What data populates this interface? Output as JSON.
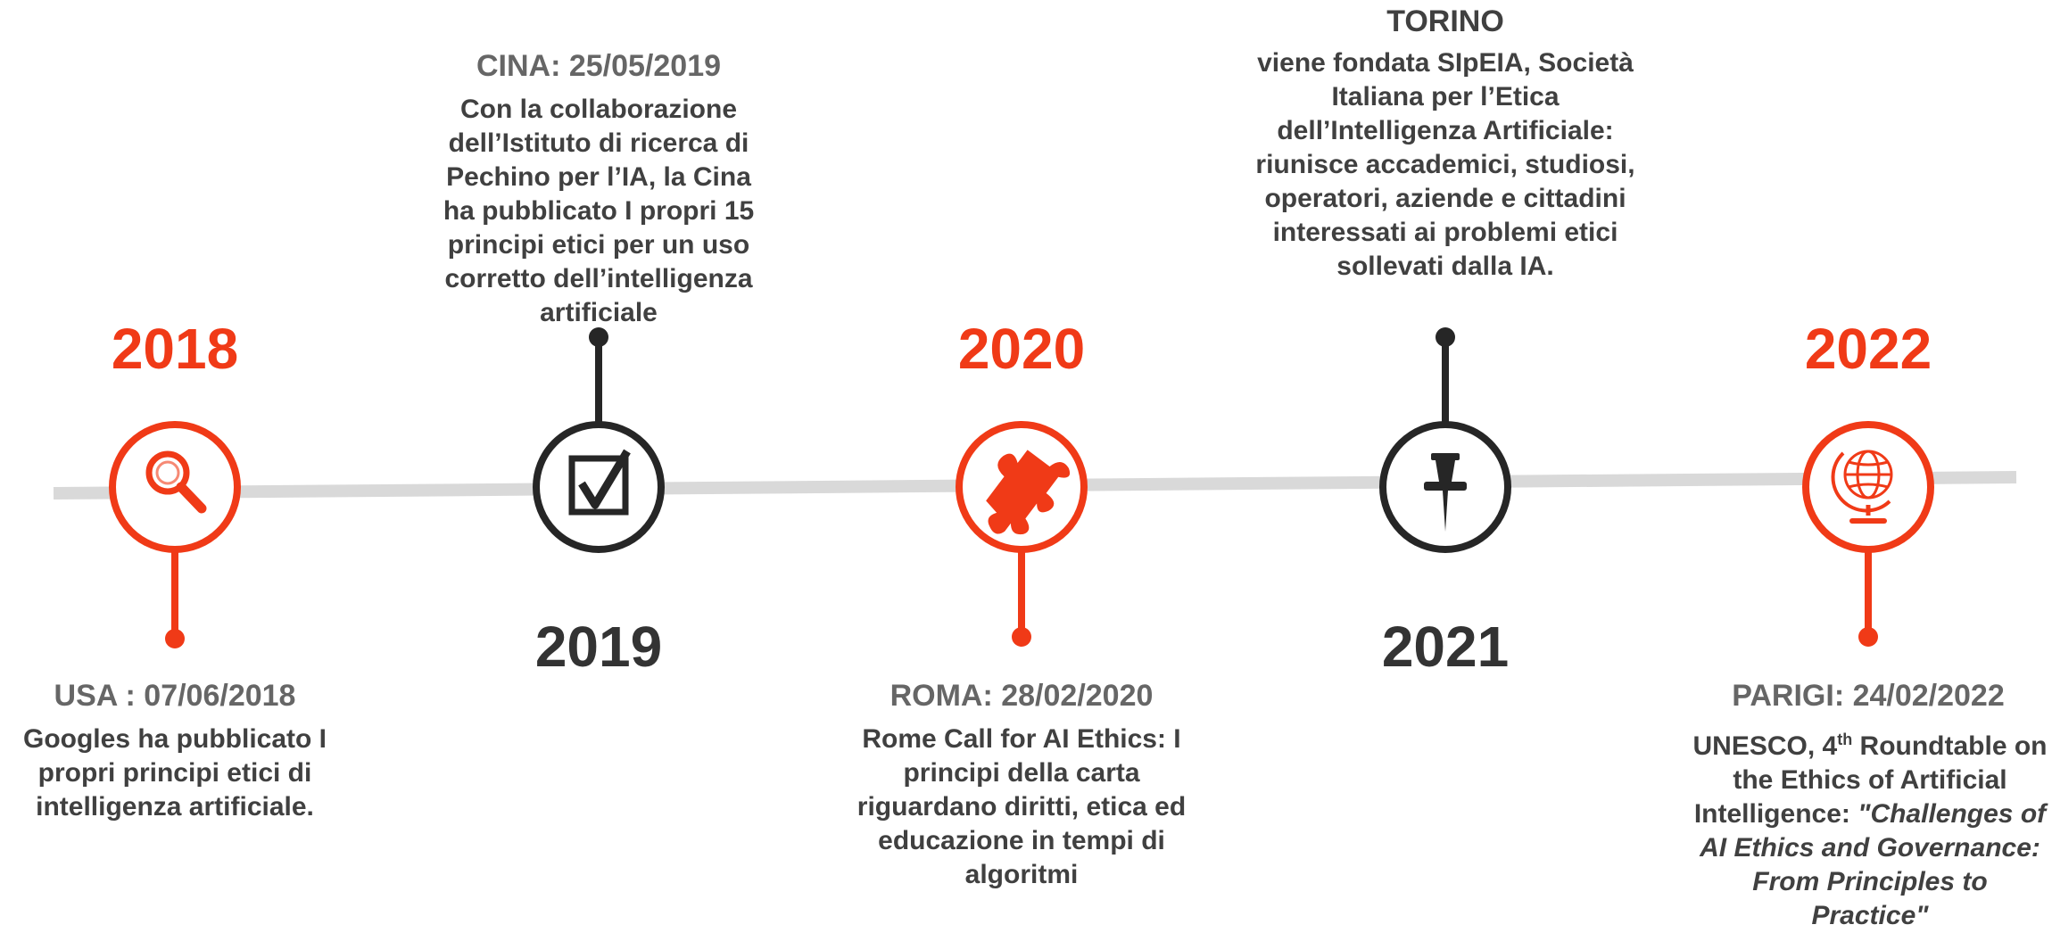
{
  "colors": {
    "accent": "#f03a17",
    "dark": "#262626",
    "axis": "#d9d9d9"
  },
  "milestones": [
    {
      "year": "2018",
      "icon": "magnifier-icon",
      "location": "USA : 07/06/2018",
      "description": "Googles ha pubblicato I propri principi etici di intelligenza artificiale."
    },
    {
      "year": "2019",
      "icon": "checkbox-icon",
      "location": "CINA: 25/05/2019",
      "description": "Con la collaborazione dell’Istituto di ricerca di Pechino per l’IA, la Cina ha pubblicato I propri 15 principi etici per un uso corretto dell’intelligenza artificiale"
    },
    {
      "year": "2020",
      "icon": "puzzle-icon",
      "location": "ROMA: 28/02/2020",
      "description": "Rome Call for AI Ethics: I principi della carta riguardano diritti, etica ed educazione in tempi di algoritmi"
    },
    {
      "year": "2021",
      "icon": "pushpin-icon",
      "location": "TORINO",
      "description": "viene fondata SIpEIA, Società Italiana per l’Etica dell’Intelligenza Artificiale: riunisce accademici, studiosi, operatori, aziende e cittadini interessati ai problemi etici sollevati dalla IA."
    },
    {
      "year": "2022",
      "icon": "globe-icon",
      "location": "PARIGI: 24/02/2022",
      "description_parts": {
        "lead": "UNESCO, 4",
        "sup": "th",
        "mid": " Roundtable on the Ethics of Artificial Intelligence: ",
        "italic": "\"Challenges of AI Ethics and Governance: From Principles to Practice\""
      }
    }
  ]
}
